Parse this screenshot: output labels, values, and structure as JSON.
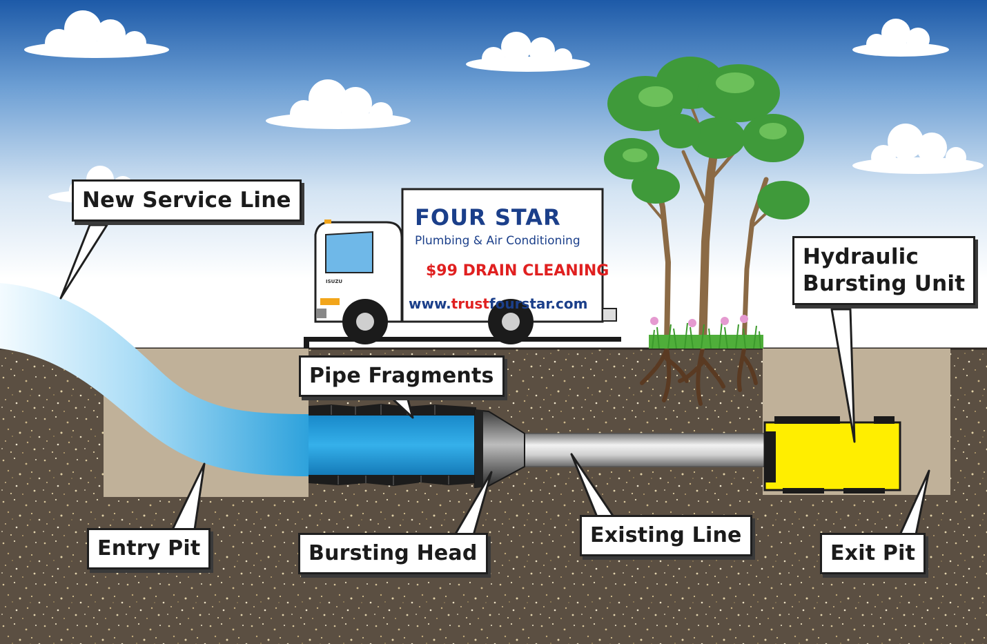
{
  "truck": {
    "brand": "FOUR STAR",
    "tagline": "Plumbing & Air Conditioning",
    "promo": "$99 DRAIN CLEANING",
    "website_prefix": "www.",
    "website_highlight": "trust",
    "website_suffix": "fourstar.com",
    "cab_badge": "ISUZU"
  },
  "labels": {
    "new_service_line": "New Service Line",
    "pipe_fragments": "Pipe Fragments",
    "hydraulic_bursting_unit_line1": "Hydraulic",
    "hydraulic_bursting_unit_line2": "Bursting Unit",
    "entry_pit": "Entry Pit",
    "bursting_head": "Bursting Head",
    "existing_line": "Existing Line",
    "exit_pit": "Exit Pit"
  },
  "colors": {
    "sky_top": "#1d5aa8",
    "sky_bottom": "#ffffff",
    "soil": "#5b4f42",
    "pit": "#c0b199",
    "new_pipe": "#2ea2dc",
    "existing_pipe": "#c8c8c8",
    "bursting_unit": "#ffee00",
    "brand_blue": "#1b3f8a",
    "promo_red": "#e02020",
    "tree_green": "#3f9a3a"
  }
}
